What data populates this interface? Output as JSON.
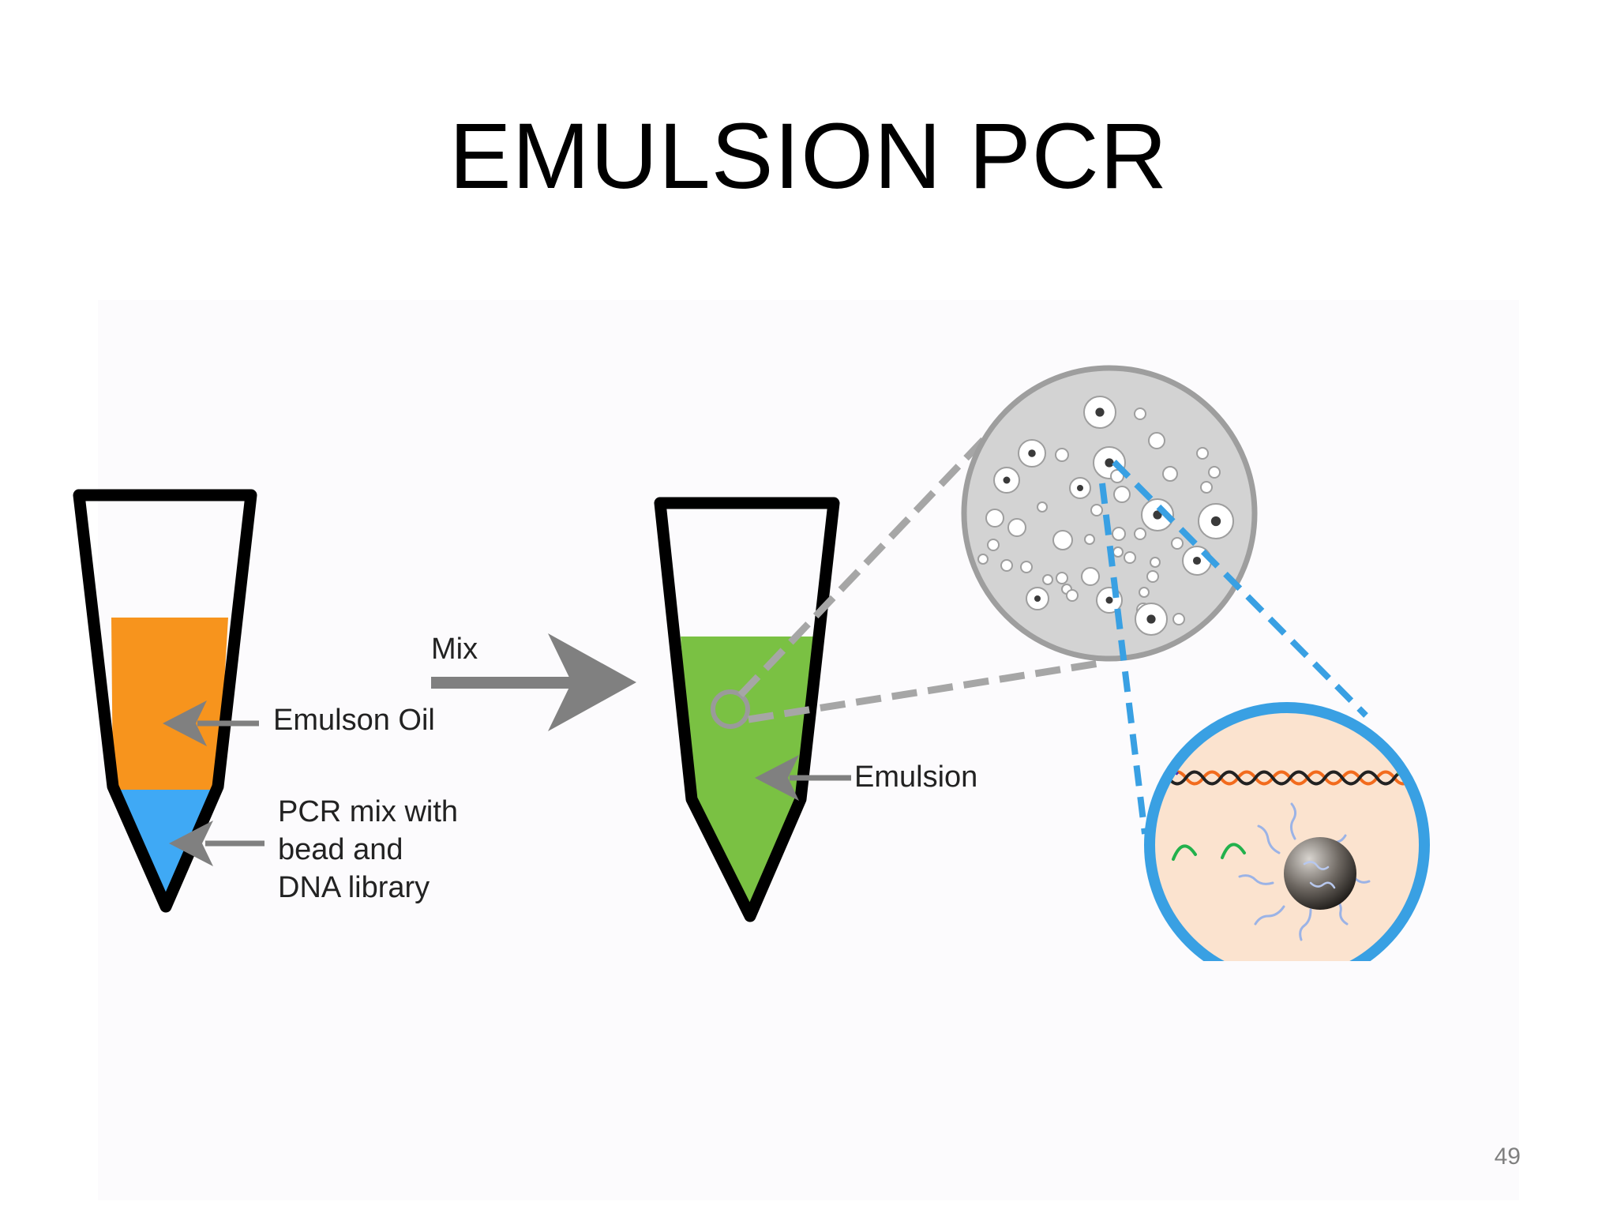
{
  "slide": {
    "title": "EMULSION PCR",
    "page_number": "49"
  },
  "diagram": {
    "labels": {
      "mix": "Mix",
      "emulsion_oil": "Emulson Oil",
      "pcr_mix_line1": "PCR mix with",
      "pcr_mix_line2": "bead and",
      "pcr_mix_line3": "DNA library",
      "emulsion": "Emulsion"
    },
    "colors": {
      "oil": "#f7941d",
      "pcr_mix": "#3fa9f5",
      "emulsion": "#7ac143",
      "tube_outline": "#000000",
      "arrow": "#808080",
      "zoom_lens": "#d3d3d3",
      "droplet_zoom_ring": "#39a0e3",
      "droplet_fill": "#fbe3cf"
    }
  }
}
